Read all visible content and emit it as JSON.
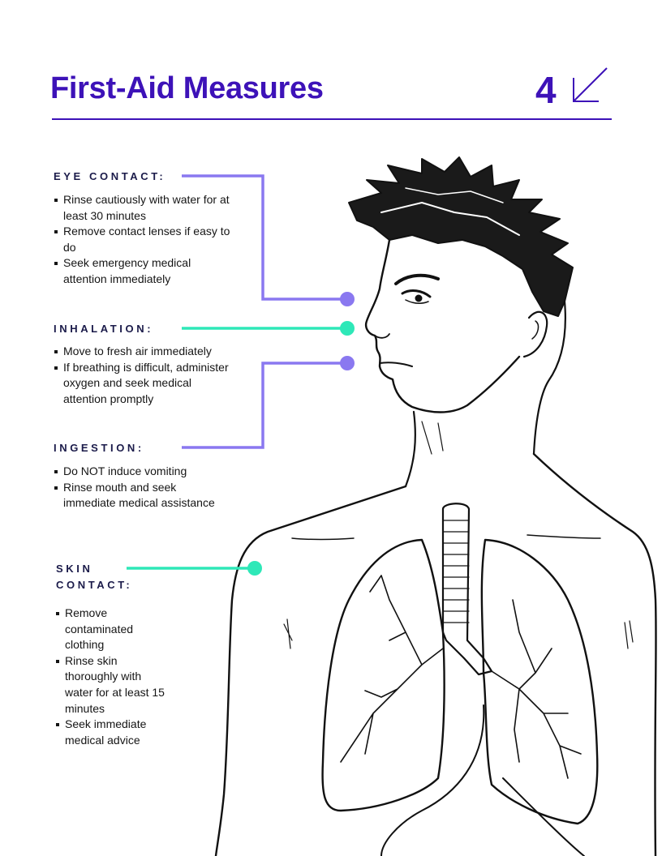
{
  "header": {
    "title": "First-Aid Measures",
    "page_number": "4",
    "arrow_icon": "arrow-down-left-icon"
  },
  "colors": {
    "brand": "#3d12b8",
    "violet_connector": "#8a78f0",
    "teal_connector": "#2ee8b8"
  },
  "sections": {
    "eye": {
      "heading": "EYE CONTACT:",
      "items": [
        "Rinse cautiously with water for at least 30 minutes",
        "Remove contact lenses if easy to do",
        "Seek emergency medical attention immediately"
      ]
    },
    "inhalation": {
      "heading": "INHALATION:",
      "items": [
        "Move to fresh air immediately",
        "If breathing is difficult, administer oxygen and seek medical attention promptly"
      ]
    },
    "ingestion": {
      "heading": "INGESTION:",
      "items": [
        "Do NOT induce vomiting",
        "Rinse mouth and seek immediate medical assistance"
      ]
    },
    "skin": {
      "heading_line1": "SKIN",
      "heading_line2": "CONTACT:",
      "items": [
        "Remove contaminated clothing",
        "Rinse skin thoroughly with water for at least 15 minutes",
        "Seek immediate medical advice"
      ]
    }
  },
  "illustration": {
    "subject": "line drawing of a young man's head and torso with lungs, trachea and bronchi shown"
  }
}
